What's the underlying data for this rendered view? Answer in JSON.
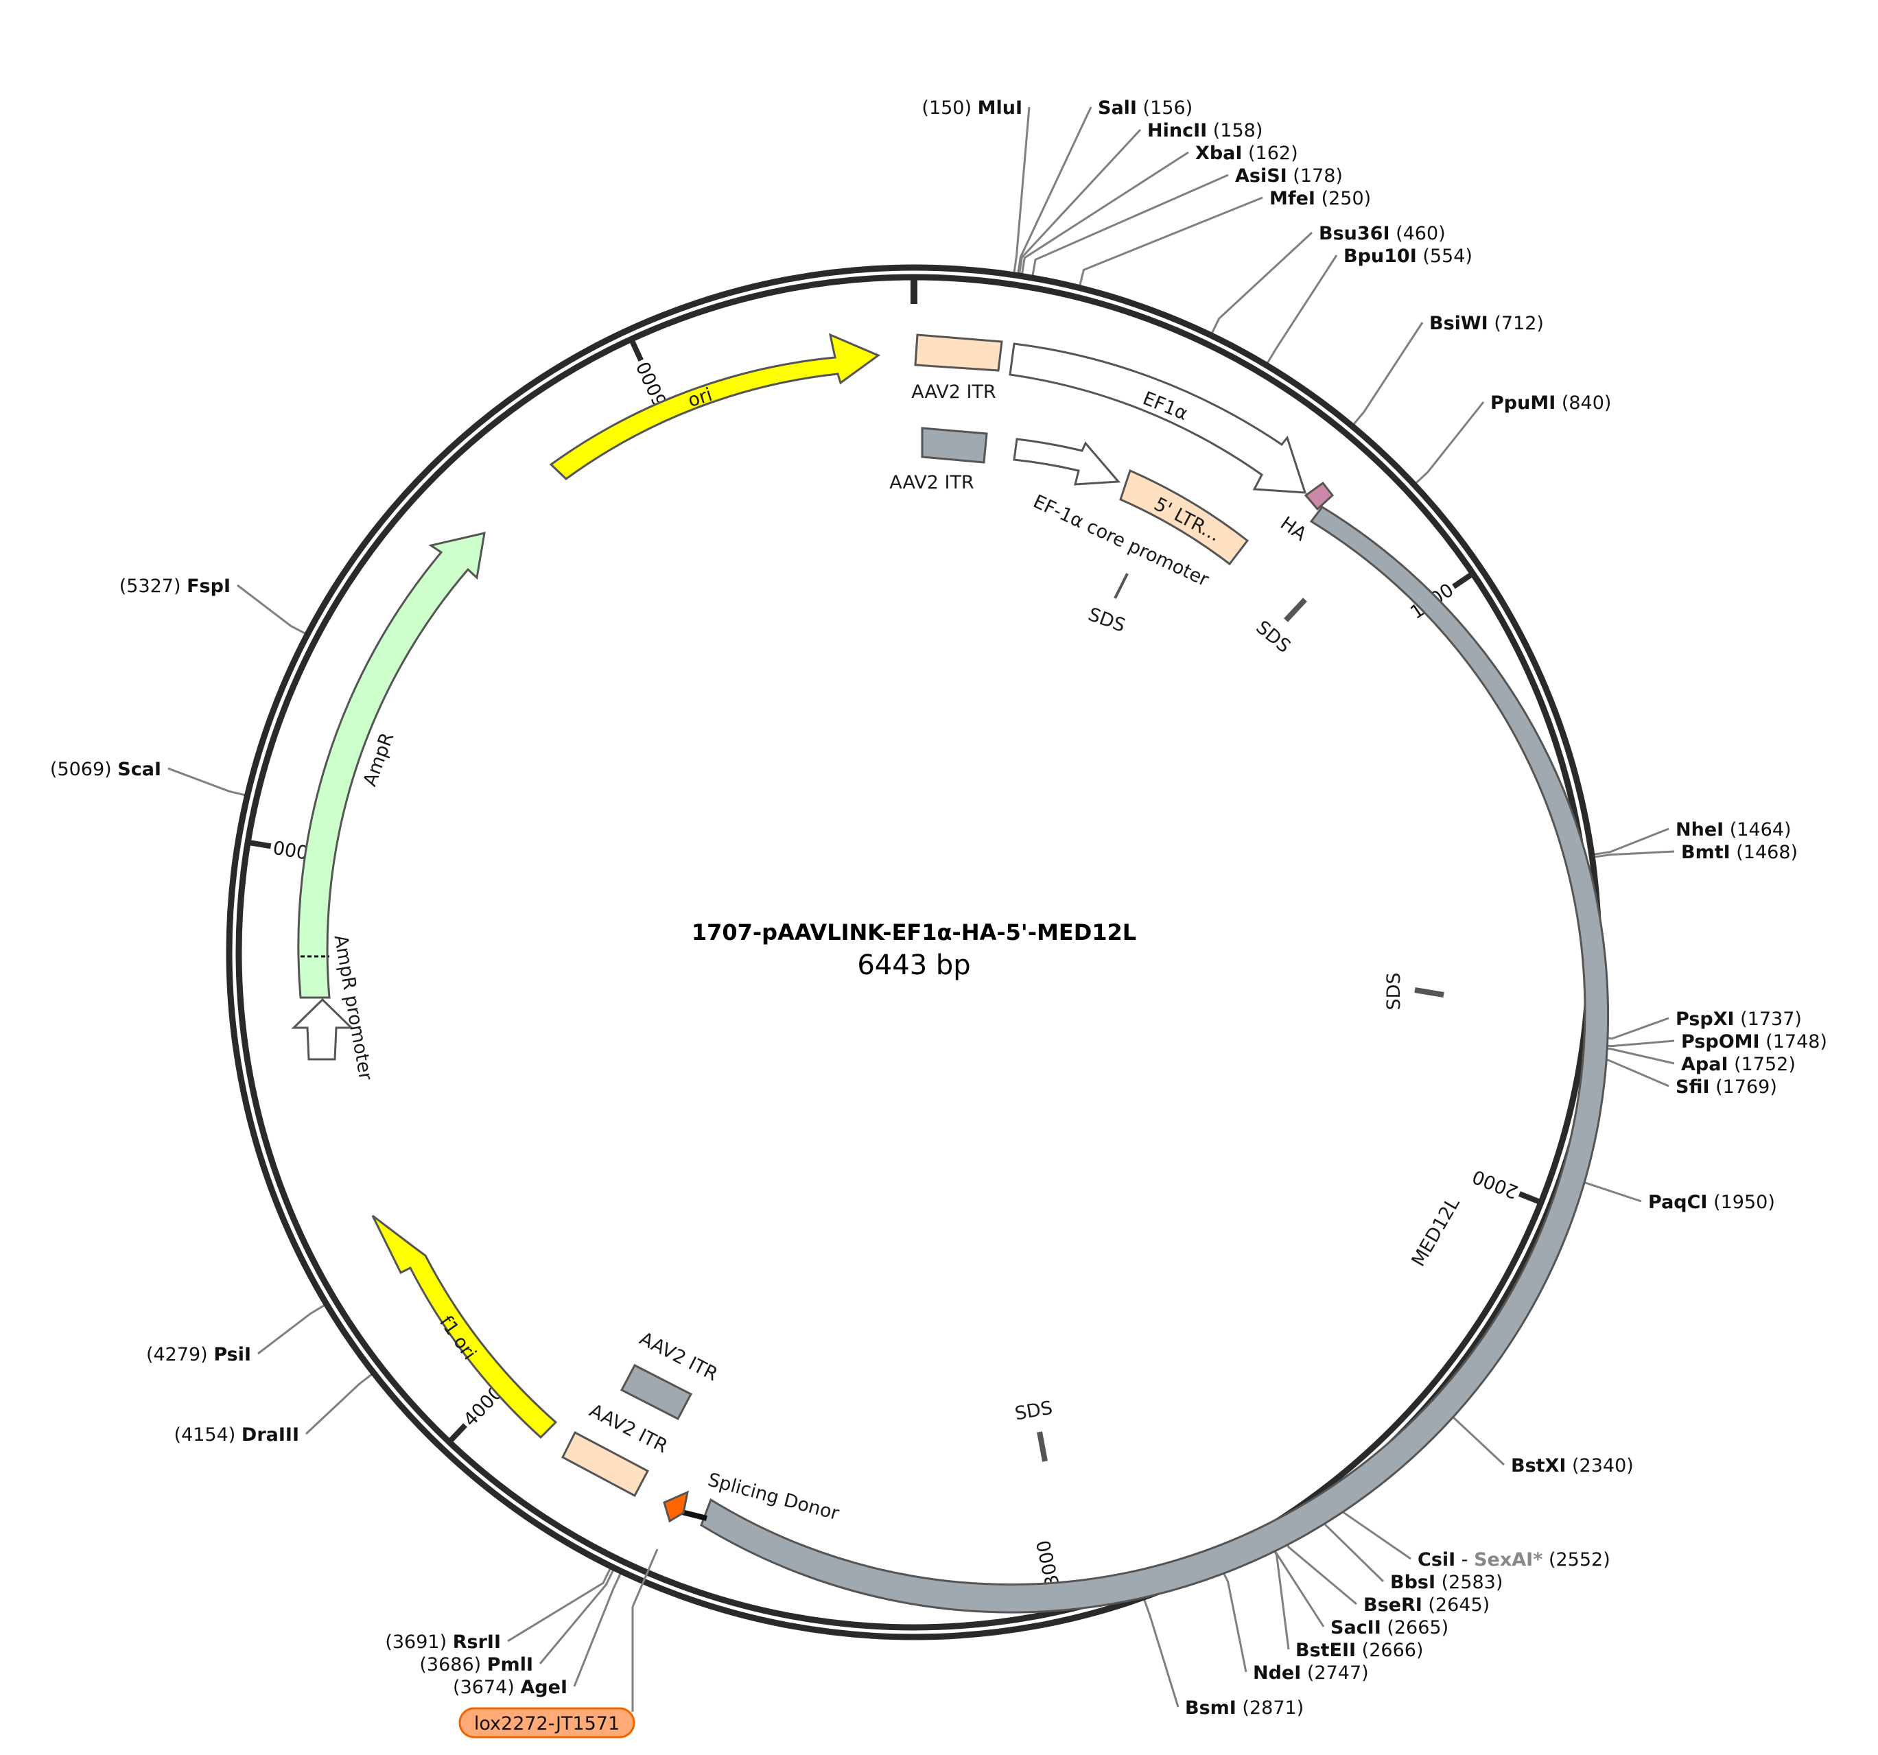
{
  "plasmid": {
    "name": "1707-pAAVLINK-EF1α-HA-5'-MED12L",
    "length_label": "6443 bp",
    "total_bp": 6443
  },
  "colors": {
    "backbone": "#2a2a2a",
    "site_line": "#808080",
    "feature_stroke": "#555555",
    "ori": "#ffff00",
    "ampr": "#ccffcc",
    "promoter": "#ffffff",
    "itr_peach": "#ffe0c0",
    "itr_gray": "#a0a8b0",
    "ltr": "#ffe0c0",
    "ha": "#cc88aa",
    "med12l": "#a0a8b0",
    "splicing_donor": "#ff6600",
    "lox_fill": "#ffaa77",
    "lox_stroke": "#ee6600"
  },
  "ticks": [
    {
      "bp": 1000,
      "label": "1000"
    },
    {
      "bp": 2000,
      "label": "2000"
    },
    {
      "bp": 3000,
      "label": "3000"
    },
    {
      "bp": 4000,
      "label": "4000"
    },
    {
      "bp": 5000,
      "label": "5000"
    },
    {
      "bp": 6000,
      "label": "6000"
    }
  ],
  "sites": [
    {
      "name": "MluI",
      "pos": "(150)",
      "bp": 150
    },
    {
      "name": "SalI",
      "pos": "(156)",
      "bp": 156
    },
    {
      "name": "HincII",
      "pos": "(158)",
      "bp": 158
    },
    {
      "name": "XbaI",
      "pos": "(162)",
      "bp": 162
    },
    {
      "name": "AsiSI",
      "pos": "(178)",
      "bp": 178
    },
    {
      "name": "MfeI",
      "pos": "(250)",
      "bp": 250
    },
    {
      "name": "Bsu36I",
      "pos": "(460)",
      "bp": 460
    },
    {
      "name": "Bpu10I",
      "pos": "(554)",
      "bp": 554
    },
    {
      "name": "BsiWI",
      "pos": "(712)",
      "bp": 712
    },
    {
      "name": "PpuMI",
      "pos": "(840)",
      "bp": 840
    },
    {
      "name": "NheI",
      "pos": "(1464)",
      "bp": 1464
    },
    {
      "name": "BmtI",
      "pos": "(1468)",
      "bp": 1468
    },
    {
      "name": "PspXI",
      "pos": "(1737)",
      "bp": 1737
    },
    {
      "name": "PspOMI",
      "pos": "(1748)",
      "bp": 1748
    },
    {
      "name": "ApaI",
      "pos": "(1752)",
      "bp": 1752
    },
    {
      "name": "SfiI",
      "pos": "(1769)",
      "bp": 1769
    },
    {
      "name": "PaqCI",
      "pos": "(1950)",
      "bp": 1950
    },
    {
      "name": "BstXI",
      "pos": "(2340)",
      "bp": 2340
    },
    {
      "name": "CsiI",
      "pos": "(2552)",
      "bp": 2552,
      "extra": "SexAI*"
    },
    {
      "name": "BbsI",
      "pos": "(2583)",
      "bp": 2583
    },
    {
      "name": "BseRI",
      "pos": "(2645)",
      "bp": 2645
    },
    {
      "name": "SacII",
      "pos": "(2665)",
      "bp": 2665
    },
    {
      "name": "BstEII",
      "pos": "(2666)",
      "bp": 2666
    },
    {
      "name": "NdeI",
      "pos": "(2747)",
      "bp": 2747
    },
    {
      "name": "BsmI",
      "pos": "(2871)",
      "bp": 2871
    },
    {
      "name": "AgeI",
      "pos": "(3674)",
      "bp": 3674
    },
    {
      "name": "PmlI",
      "pos": "(3686)",
      "bp": 3686
    },
    {
      "name": "RsrII",
      "pos": "(3691)",
      "bp": 3691
    },
    {
      "name": "DraIII",
      "pos": "(4154)",
      "bp": 4154
    },
    {
      "name": "PsiI",
      "pos": "(4279)",
      "bp": 4279
    },
    {
      "name": "ScaI",
      "pos": "(5069)",
      "bp": 5069
    },
    {
      "name": "FspI",
      "pos": "(5327)",
      "bp": 5327
    }
  ],
  "site_separator": "-",
  "features": {
    "ori": "ori",
    "aav2_itr_1": "AAV2 ITR",
    "ef1a": "EF1α",
    "aav2_itr_2": "AAV2 ITR",
    "ef1a_core": "EF-1α core promoter",
    "ltr": "5' LTR...",
    "ha": "HA",
    "sds_1": "SDS",
    "sds_2": "SDS",
    "sds_3": "SDS",
    "sds_4": "SDS",
    "med12l": "MED12L",
    "ampr": "AmpR",
    "ampr_promoter": "AmpR promoter",
    "f1_ori": "f1 ori",
    "aav2_itr_3": "AAV2 ITR",
    "aav2_itr_4": "AAV2 ITR",
    "splicing_donor": "Splicing Donor",
    "lox": "lox2272-JT1571"
  }
}
